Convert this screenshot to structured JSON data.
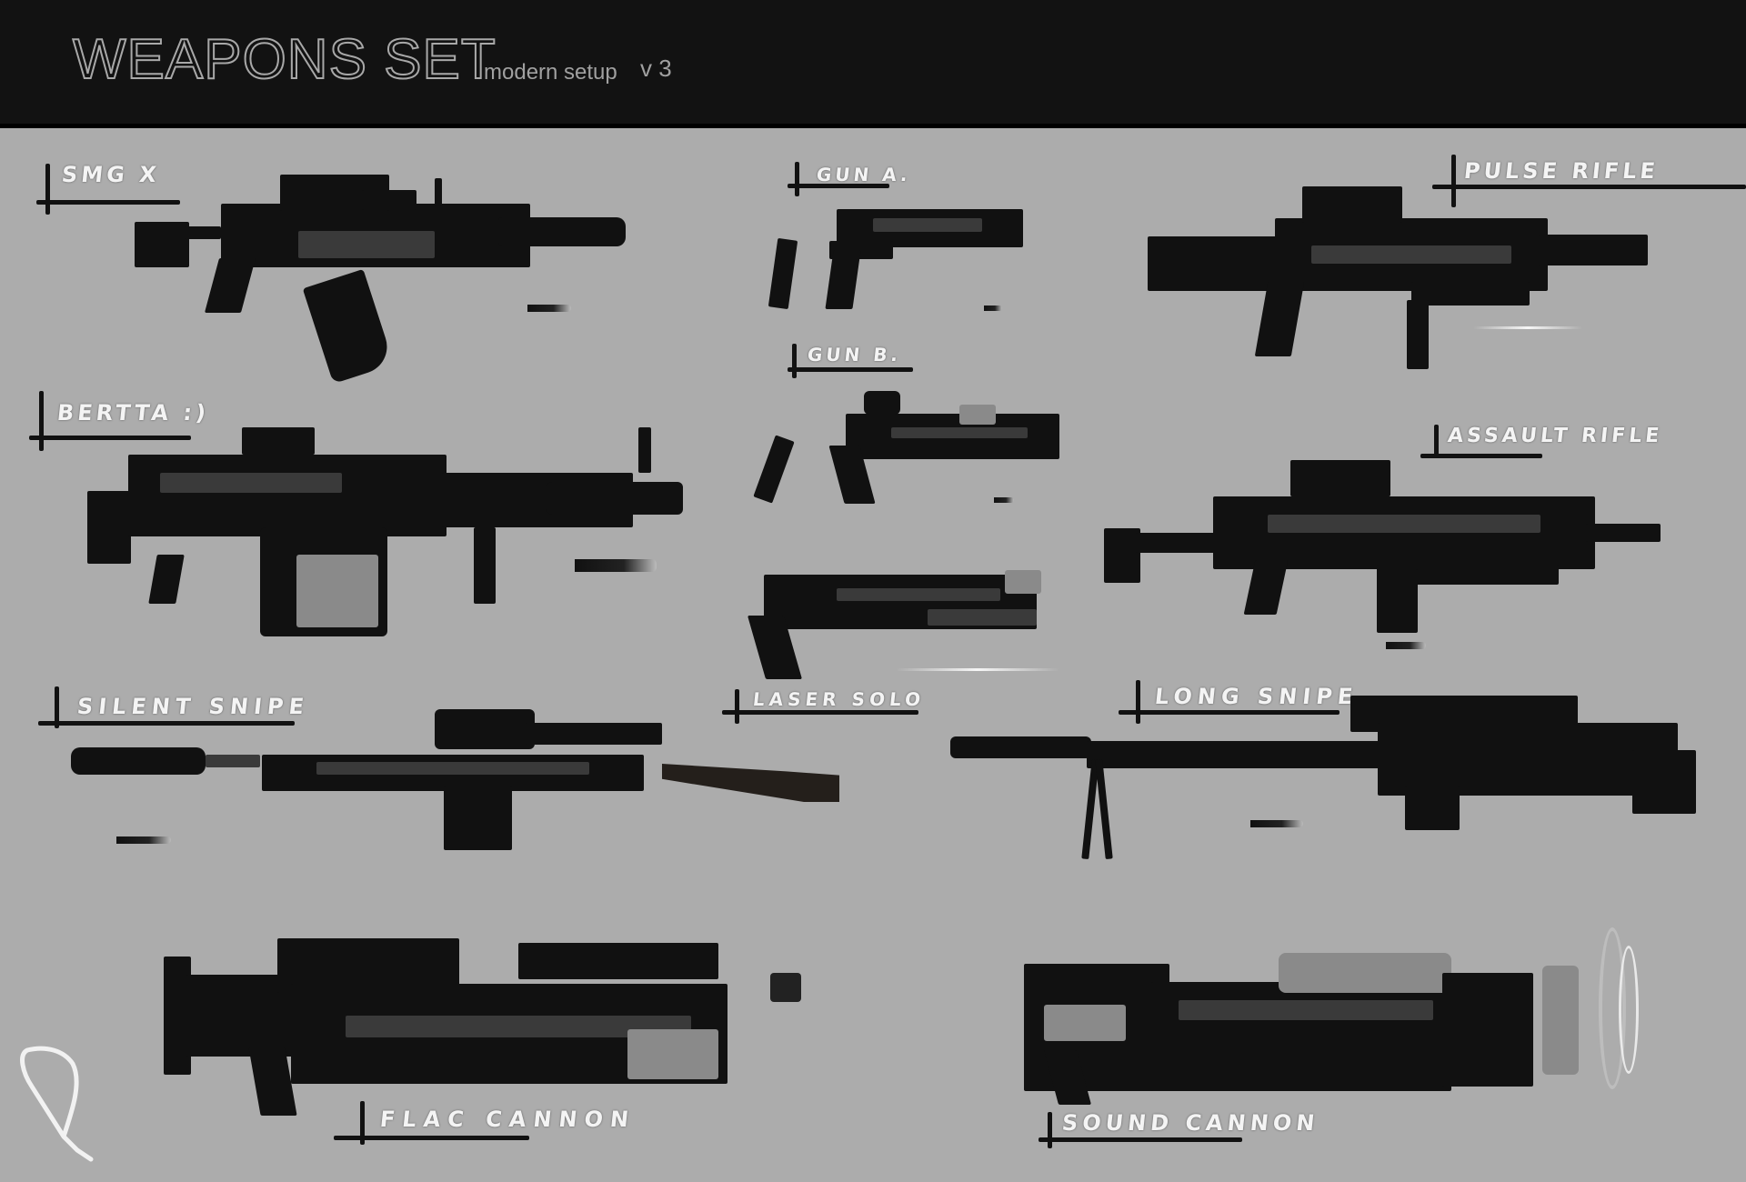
{
  "header": {
    "title": "WEAPONS SET",
    "subtitle": "modern setup",
    "version": "v 3"
  },
  "colors": {
    "header_bg": "#121212",
    "canvas_bg": "#acacac",
    "label_text": "#f4f4f4",
    "label_line": "#111111",
    "weapon_fill": "#111111"
  },
  "weapons": [
    {
      "id": "smg-x",
      "label": "SMG X"
    },
    {
      "id": "gun-a",
      "label": "GUN A."
    },
    {
      "id": "pulse-rifle",
      "label": "PULSE RIFLE"
    },
    {
      "id": "bertta",
      "label": "BERTTA :)"
    },
    {
      "id": "gun-b",
      "label": "GUN B."
    },
    {
      "id": "assault-rifle",
      "label": "ASSAULT RIFLE"
    },
    {
      "id": "silent-snipe",
      "label": "SILENT SNIPE"
    },
    {
      "id": "laser-solo",
      "label": "LASER SOLO"
    },
    {
      "id": "long-snipe",
      "label": "LONG SNIPE"
    },
    {
      "id": "flac-cannon",
      "label": "FLAC CANNON"
    },
    {
      "id": "sound-cannon",
      "label": "SOUND CANNON"
    }
  ]
}
